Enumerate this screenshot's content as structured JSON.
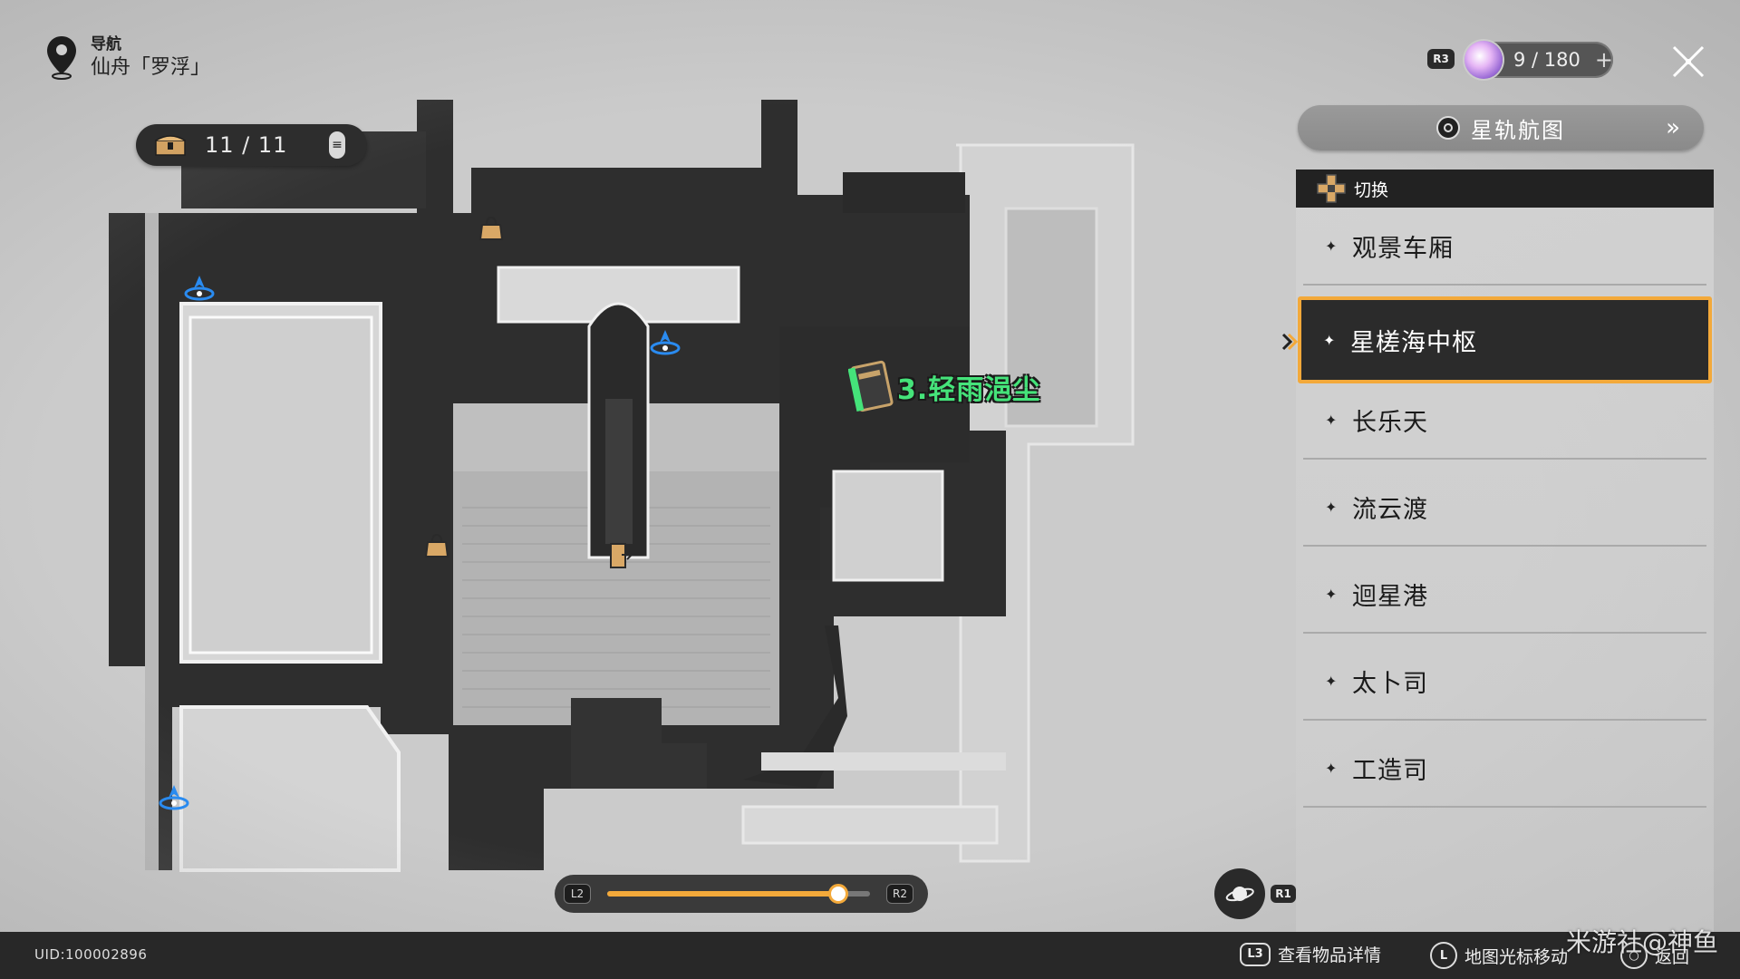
{
  "navigation": {
    "label": "导航",
    "region": "仙舟「罗浮」"
  },
  "chest_counter": {
    "text": "11 / 11",
    "list_icon": "≡"
  },
  "top_right": {
    "r3_key": "R3",
    "stamina": "9 / 180",
    "plus": "+",
    "close_icon": "close-icon"
  },
  "star_rail_map": {
    "label": "星轨航图",
    "chevron": "»"
  },
  "switch_panel": {
    "label": "切换",
    "items": [
      {
        "label": "观景车厢",
        "selected": false
      },
      {
        "label": "星槎海中枢",
        "selected": true
      },
      {
        "label": "长乐天",
        "selected": false
      },
      {
        "label": "流云渡",
        "selected": false
      },
      {
        "label": "迴星港",
        "selected": false
      },
      {
        "label": "太卜司",
        "selected": false
      },
      {
        "label": "工造司",
        "selected": false
      }
    ]
  },
  "map": {
    "quest_marker_label": "3.轻雨浥尘",
    "icons": [
      "space-anchor-icon",
      "shop-bag-icon",
      "quest-book-icon",
      "door-exit-icon"
    ]
  },
  "zoom": {
    "left_key": "L2",
    "right_key": "R2",
    "level": 0.88
  },
  "planet_button": {
    "key": "R1"
  },
  "bottom_bar": {
    "uid": "UID:100002896",
    "hints": [
      {
        "key": "L3",
        "label": "查看物品详情"
      },
      {
        "key": "L",
        "label": "地图光标移动"
      },
      {
        "key": "○",
        "label": "返回"
      }
    ]
  },
  "watermark": "米游社@神鱼",
  "colors": {
    "accent_orange": "#f3a93a",
    "quest_green": "#45e37a",
    "dark_panel": "#282828"
  }
}
